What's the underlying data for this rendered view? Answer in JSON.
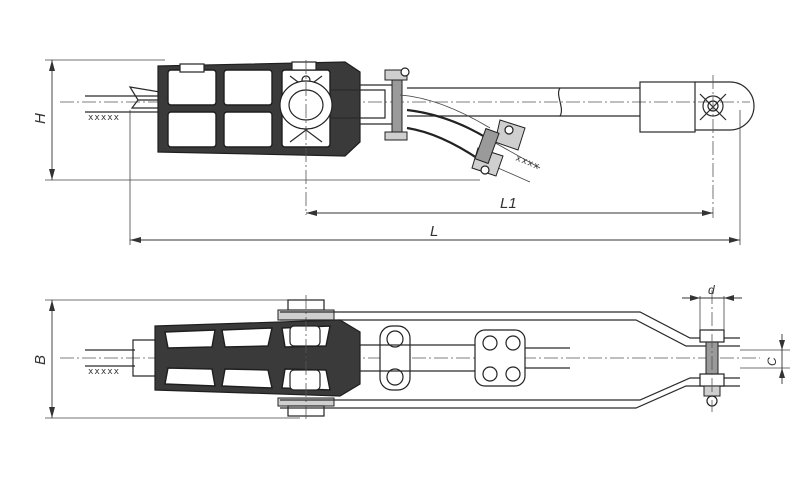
{
  "dimensions": {
    "H": "H",
    "L1": "L1",
    "L": "L",
    "B": "B",
    "d": "d",
    "C": "C"
  },
  "wire_marks": {
    "top": "xxxxx",
    "top_right": "xxxx",
    "bottom": "xxxxx"
  }
}
